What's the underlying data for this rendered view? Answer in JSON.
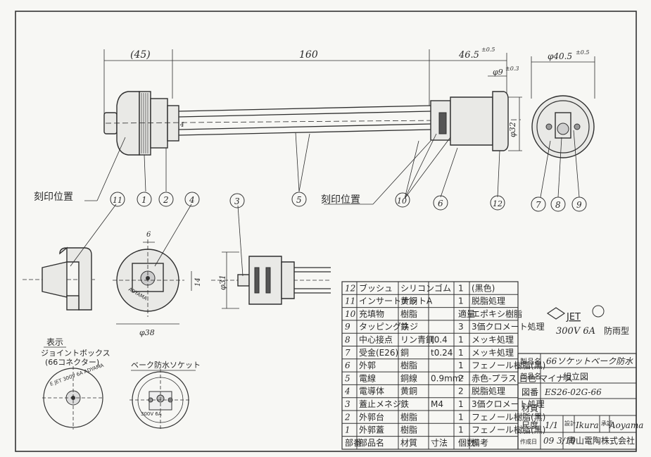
{
  "dimensions": {
    "d45": "(45)",
    "d160": "160",
    "d465": "46.5",
    "d465_tol": "±0.5",
    "d9": "φ9",
    "d9_tol": "±0.3",
    "d405": "φ40.5",
    "d405_tol": "±0.5",
    "d32": "φ32",
    "d4": "4",
    "d6": "6",
    "d14": "14",
    "d31": "φ31",
    "d38": "φ38"
  },
  "balloons": [
    "1",
    "2",
    "3",
    "4",
    "5",
    "6",
    "7",
    "8",
    "9",
    "10",
    "11",
    "12"
  ],
  "labels": {
    "stamp_pos_left": "刻印位置",
    "stamp_pos_right": "刻印位置",
    "display_title": "表示",
    "jb_title": "ジョイントボックス",
    "jb_sub": "(66コネクター)",
    "socket_title": "ベーク防水ソケット",
    "jb_ring": "E JET 300V 6A ADYAMA",
    "socket_ring": "300V 6A"
  },
  "spec": {
    "jet": "JET",
    "rating": "300V 6A",
    "type": "防雨型"
  },
  "parts_table": {
    "rows": [
      {
        "no": "12",
        "name": "ブッシュ",
        "material": "シリコンゴム",
        "size": "",
        "qty": "1",
        "note": "(黒色)"
      },
      {
        "no": "11",
        "name": "インサートナットA",
        "material": "黄銅",
        "size": "",
        "qty": "1",
        "note": "脱脂処理"
      },
      {
        "no": "10",
        "name": "充填物",
        "material": "樹脂",
        "size": "",
        "qty": "適量",
        "note": "エポキシ樹脂"
      },
      {
        "no": "9",
        "name": "タッピングネジ",
        "material": "鉄",
        "size": "",
        "qty": "3",
        "note": "3価クロメート処理"
      },
      {
        "no": "8",
        "name": "中心接点",
        "material": "リン青銅",
        "size": "t0.4",
        "qty": "1",
        "note": "メッキ処理"
      },
      {
        "no": "7",
        "name": "受金(E26)",
        "material": "銅",
        "size": "t0.24",
        "qty": "1",
        "note": "メッキ処理"
      },
      {
        "no": "6",
        "name": "外郭",
        "material": "樹脂",
        "size": "",
        "qty": "1",
        "note": "フェノール樹脂(黒)"
      },
      {
        "no": "5",
        "name": "電線",
        "material": "銅線",
        "size": "0.9mm²",
        "qty": "2",
        "note": "赤色-プラス 白色-マイナス"
      },
      {
        "no": "4",
        "name": "電導体",
        "material": "黄銅",
        "size": "",
        "qty": "2",
        "note": "脱脂処理"
      },
      {
        "no": "3",
        "name": "蓋止メネジ",
        "material": "鉄",
        "size": "M4",
        "qty": "1",
        "note": "3価クロメート処理"
      },
      {
        "no": "2",
        "name": "外郭台",
        "material": "樹脂",
        "size": "",
        "qty": "1",
        "note": "フェノール樹脂(黒)"
      },
      {
        "no": "1",
        "name": "外郭蓋",
        "material": "樹脂",
        "size": "",
        "qty": "1",
        "note": "フェノール樹脂(黒)"
      }
    ],
    "header": {
      "no": "部番",
      "name": "部品名",
      "material": "材質",
      "size": "寸法",
      "qty": "個数",
      "note": "備考"
    }
  },
  "title_block": {
    "product_label": "製品名",
    "product": "66ソケットベーク防水",
    "part_label": "部品名",
    "part": "組立図",
    "drawing_label": "図番",
    "drawing_no": "ES26-02G-66",
    "material_label": "材質",
    "material": "",
    "scale_label": "尺度",
    "scale": "1/1",
    "revised_label": "作成日",
    "date": "09 3/10",
    "company": "青山電陶株式会社",
    "drawn_label": "設計",
    "check_label": "承認",
    "drawer": "Ikura",
    "checker": "Aoyama"
  }
}
